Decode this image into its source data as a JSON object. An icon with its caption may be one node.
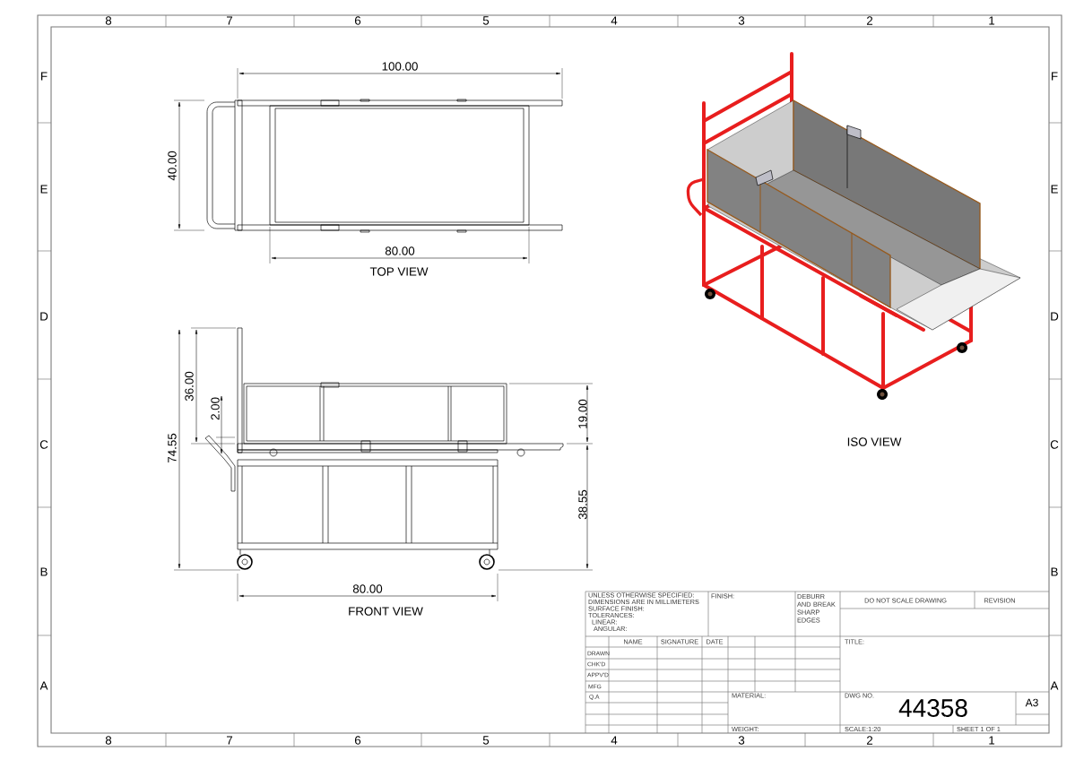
{
  "diagram": {
    "labels": [
      "8",
      "7",
      "6",
      "5",
      "4",
      "3",
      "2",
      "1",
      "F",
      "E",
      "D",
      "C",
      "B",
      "A",
      "F",
      "E",
      "D",
      "C",
      "B",
      "A",
      "100.00",
      "40.00",
      "80.00",
      "TOP VIEW",
      "36.00",
      "2.00",
      "74.55",
      "19.00",
      "38.55",
      "80.00",
      "FRONT VIEW",
      "ISO VIEW",
      "UNLESS OTHERWISE SPECIFIED:",
      "DIMENSIONS ARE IN MILLIMETERS",
      "SURFACE FINISH:",
      "TOLERANCES:",
      "LINEAR:",
      "ANGULAR:",
      "FINISH:",
      "DEBURR AND BREAK SHARP EDGES",
      "DO NOT SCALE DRAWING",
      "REVISION",
      "NAME",
      "SIGNATURE",
      "DATE",
      "TITLE:",
      "DRAWN",
      "CHK'D",
      "APPV'D",
      "MFG",
      "Q.A",
      "MATERIAL:",
      "DWG NO.",
      "44358",
      "A3",
      "WEIGHT:",
      "SCALE:1:20",
      "SHEET 1 OF 1",
      "8",
      "7",
      "6",
      "5",
      "4",
      "3",
      "2",
      "1"
    ]
  }
}
